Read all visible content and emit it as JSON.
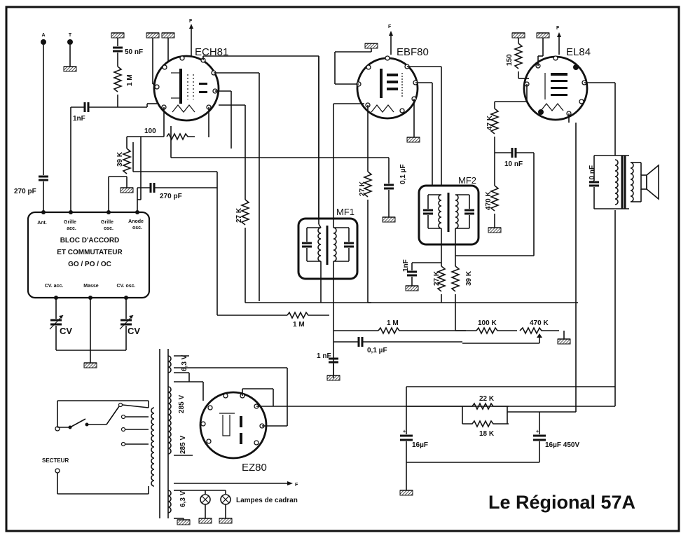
{
  "title": "Le Régional 57A",
  "tubes": {
    "ech81": "ECH81",
    "ebf80": "EBF80",
    "el84": "EL84",
    "ez80": "EZ80"
  },
  "transformers": {
    "mf1": "MF1",
    "mf2": "MF2"
  },
  "terminals": {
    "antenna": "A",
    "ground": "T",
    "filament": "F"
  },
  "block": {
    "line1": "BLOC D'ACCORD",
    "line2": "ET COMMUTATEUR",
    "line3": "GO / PO / OC",
    "pin_ant": "Ant.",
    "pin_grille_acc_1": "Grille",
    "pin_grille_acc_2": "acc.",
    "pin_grille_osc_1": "Grille",
    "pin_grille_osc_2": "osc.",
    "pin_anode_1": "Anode",
    "pin_anode_2": "osc.",
    "pin_cv_acc": "CV. acc.",
    "pin_masse": "Masse",
    "pin_cv_osc": "CV. osc."
  },
  "variable_caps": {
    "cv1": "CV",
    "cv2": "CV"
  },
  "components": {
    "c_50nf": "50 nF",
    "r_1m_grid": "1 M",
    "c_1nf_left": "1nF",
    "r_100": "100",
    "r_39k_left": "39 K",
    "c_270pf_ant": "270 pF",
    "c_270pf_osc": "270 pF",
    "r_27k_mid": "27 K",
    "r_1m_bottom": "1 M",
    "r_27k_ebf": "27 K",
    "c_01uf_top": "0,1 µF",
    "r_150": "150",
    "r_47k": "47 K",
    "c_10nf_coupling": "10 nF",
    "r_470k_left": "470 K",
    "c_10nf_out": "10 nF",
    "c_1nf_mf2": "1nF",
    "r_27k_mf2": "27 K",
    "r_39k_mf2": "39 K",
    "r_1m_vol": "1 M",
    "r_100k": "100 K",
    "r_470k_pot": "470 K",
    "c_1nf_bottom": "1 nF",
    "c_01uf_bottom": "0,1 µF",
    "r_22k": "22 K",
    "r_18k": "18 K",
    "c_16uf_a": "16µF",
    "c_16uf_b": "16µF 450V"
  },
  "power": {
    "v_63_top": "6,3 V",
    "v_285_a": "285 V",
    "v_285_b": "285 V",
    "v_63_bottom": "6,3 V",
    "secteur": "SECTEUR",
    "lampes": "Lampes de cadran"
  }
}
